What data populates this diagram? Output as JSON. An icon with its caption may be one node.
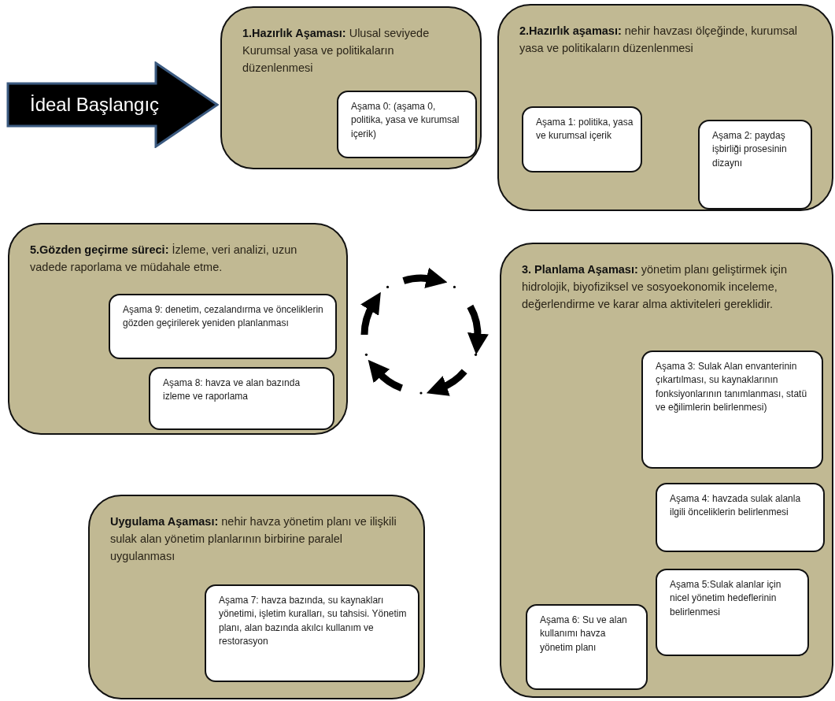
{
  "diagram": {
    "nodes": [
      {
        "text": [
          "İdeal Başlangıç"
        ]
      },
      {
        "text": [
          "**1.Hazırlık Aşaması:** Ulusal seviyede Kurumsal yasa ve politikaların düzenlenmesi"
        ]
      },
      {
        "text": [
          "Aşama 0: (aşama 0, politika, yasa ve kurumsal içerik)"
        ],
        "in": 1
      },
      {
        "text": [
          "**2.Hazırlık aşaması:** nehir havzası ölçeğinde, kurumsal yasa ve politikaların düzenlenmesi"
        ]
      },
      {
        "text": [
          "Aşama 1: politika, yasa ve kurumsal içerik"
        ],
        "in": 3
      },
      {
        "text": [
          "Aşama 2: paydaş işbirliği prosesinin dizaynı"
        ],
        "in": 3
      },
      {
        "text": [
          "**5.Gözden geçirme süreci:** İzleme, veri analizi, uzun vadede raporlama ve müdahale etme."
        ]
      },
      {
        "text": [
          "Aşama 9: denetim, cezalandırma ve önceliklerin gözden geçirilerek yeniden planlanması"
        ],
        "in": 6
      },
      {
        "text": [
          "Aşama 8: havza ve alan bazında izleme ve raporlama"
        ],
        "in": 6
      },
      {
        "text": [
          "**3. Planlama Aşaması:** yönetim planı geliştirmek için hidrolojik, biyofiziksel ve sosyoekonomik inceleme, değerlendirme ve karar alma aktiviteleri gereklidir."
        ]
      },
      {
        "text": [
          "Aşama 3: Sulak Alan envanterinin çıkartılması, su kaynaklarının fonksiyonlarının tanımlanması, statü ve eğilimlerin belirlenmesi)"
        ],
        "in": 9
      },
      {
        "text": [
          "Aşama 4:  havzada sulak alanla ilgili önceliklerin belirlenmesi"
        ],
        "in": 9
      },
      {
        "text": [
          "Aşama 5:Sulak alanlar için nicel yönetim hedeflerinin belirlenmesi"
        ],
        "in": 9
      },
      {
        "text": [
          "Aşama 6: Su ve alan kullanımı havza yönetim planı"
        ],
        "in": 9
      },
      {
        "text": [
          "**Uygulama Aşaması:** nehir havza yönetim planı ve ilişkili sulak alan yönetim planlarının birbirine paralel uygulanması"
        ]
      },
      {
        "text": [
          "Aşama 7: havza bazında, su kaynakları yönetimi, işletim kuralları, su tahsisi. Yönetim planı, alan bazında akılcı kullanım ve restorasyon"
        ],
        "in": 14
      }
    ]
  }
}
